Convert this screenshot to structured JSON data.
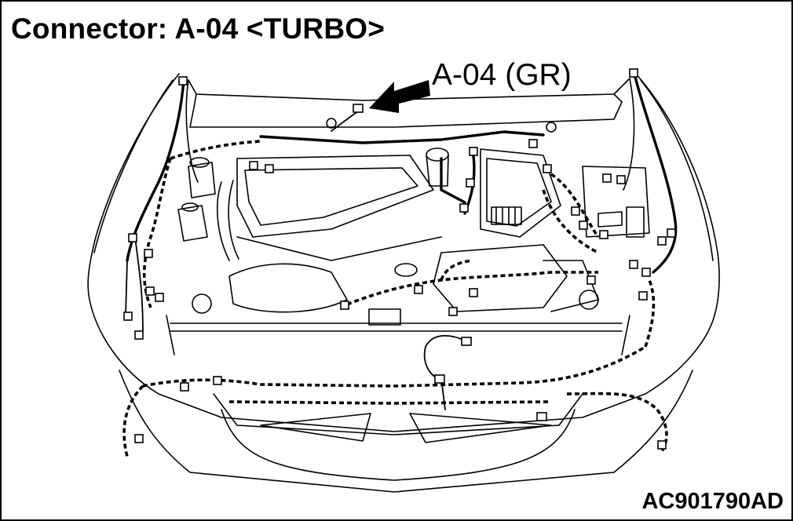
{
  "title": "Connector: A-04 <TURBO>",
  "callout": {
    "label": "A-04 (GR)"
  },
  "figure_id": "AC901790AD"
}
